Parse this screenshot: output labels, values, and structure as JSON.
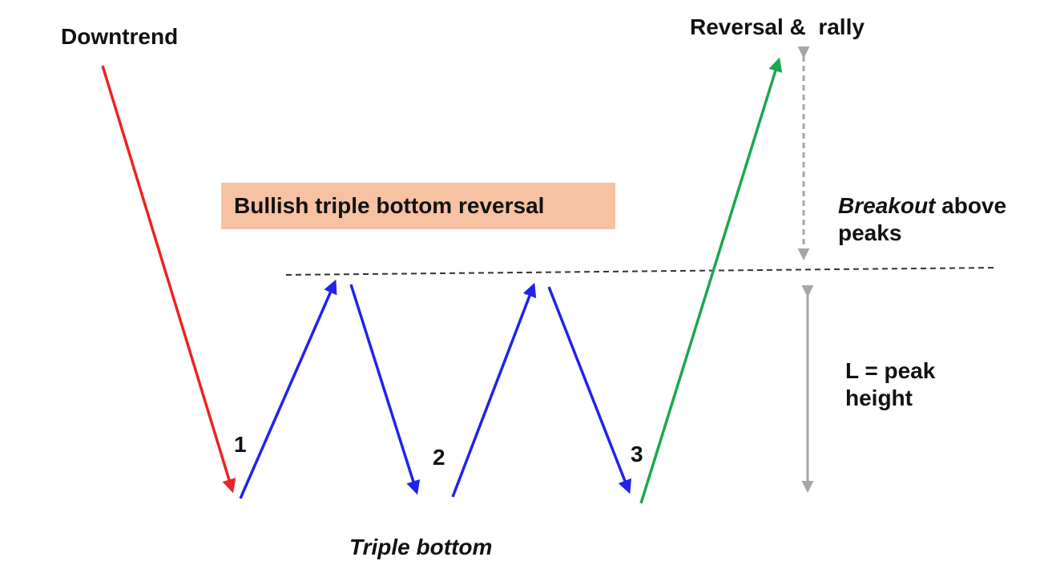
{
  "diagram": {
    "labels": {
      "downtrend": "Downtrend",
      "reversal": "Reversal &  rally",
      "pattern_title": "Bullish triple bottom reversal",
      "breakout_italic": "Breakout",
      "breakout_rest": " above",
      "breakout_line2": "peaks",
      "peak_height_line1": "L = peak",
      "peak_height_line2": "height",
      "triple_bottom": "Triple bottom",
      "bottom_1": "1",
      "bottom_2": "2",
      "bottom_3": "3"
    },
    "colors": {
      "downtrend_arrow": "#ee2222",
      "swing_arrow": "#2222ee",
      "rally_arrow": "#1aa752",
      "measure_arrow": "#a6a6a6",
      "resistance_line": "#333333",
      "title_fill": "#f6c2a2"
    }
  }
}
